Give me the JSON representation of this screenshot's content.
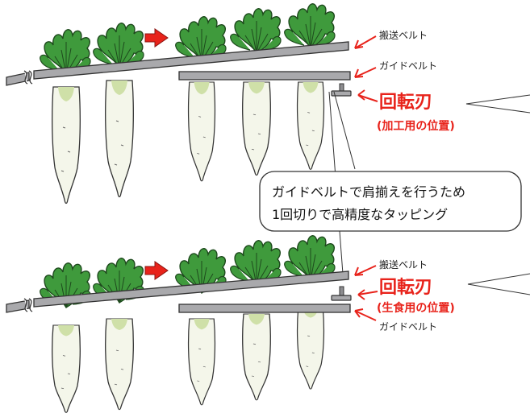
{
  "colors": {
    "accent_red": "#e8231b",
    "belt_gray": "#a9a9ac",
    "leaf_green": "#3f9a3c",
    "radish_white": "#f4f6ea"
  },
  "icons": [
    "direction-arrow-icon",
    "rotating-blade-icon",
    "leader-arrow-icon"
  ],
  "top_panel": {
    "conveyor_label": "搬送ベルト",
    "guide_label": "ガイドベルト",
    "blade_label": "回転刃",
    "blade_position": "(加工用の位置)"
  },
  "callout": {
    "line1": "ガイドベルトで肩揃えを行うため",
    "line2": "1回切りで高精度なタッピング"
  },
  "bottom_panel": {
    "conveyor_label": "搬送ベルト",
    "blade_label": "回転刃",
    "blade_position": "(生食用の位置)",
    "guide_label": "ガイドベルト"
  }
}
